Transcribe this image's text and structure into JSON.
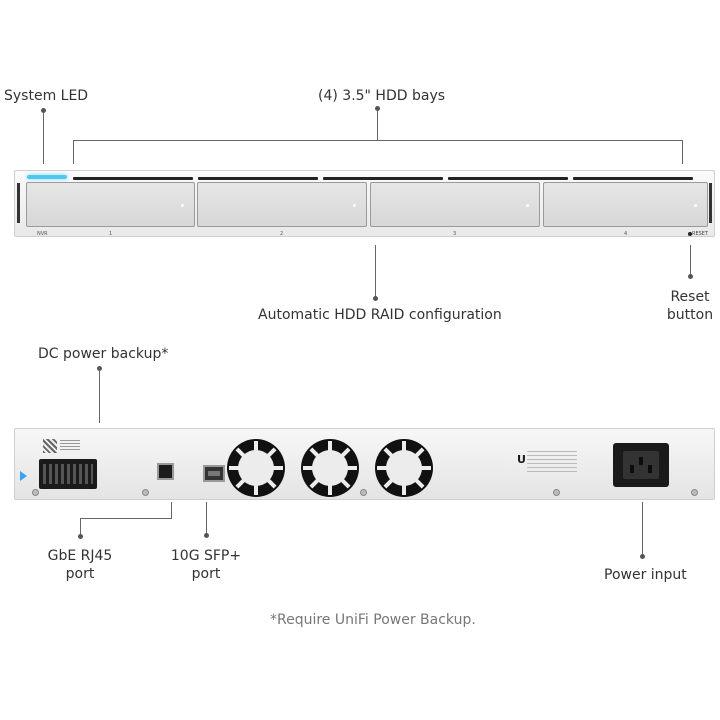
{
  "front": {
    "labels": {
      "system_led": "System LED",
      "hdd_bays": "(4) 3.5\" HDD bays",
      "raid": "Automatic HDD RAID configuration",
      "reset_line1": "Reset",
      "reset_line2": "button"
    },
    "panel": {
      "model": "NVR",
      "bay_numbers": [
        "1",
        "2",
        "3",
        "4"
      ],
      "reset_text": "RESET"
    }
  },
  "back": {
    "labels": {
      "dc_backup": "DC power backup*",
      "rj45_line1": "GbE RJ45",
      "rj45_line2": "port",
      "sfp_line1": "10G SFP+",
      "sfp_line2": "port",
      "power_input": "Power input"
    }
  },
  "footnote": "*Require UniFi Power Backup.",
  "colors": {
    "led": "#4cc9f0",
    "accent_arrow": "#3aa0ff"
  },
  "icons": {
    "brand": "ubiquiti-logo-icon",
    "dc_arrow": "arrow-right-icon"
  }
}
